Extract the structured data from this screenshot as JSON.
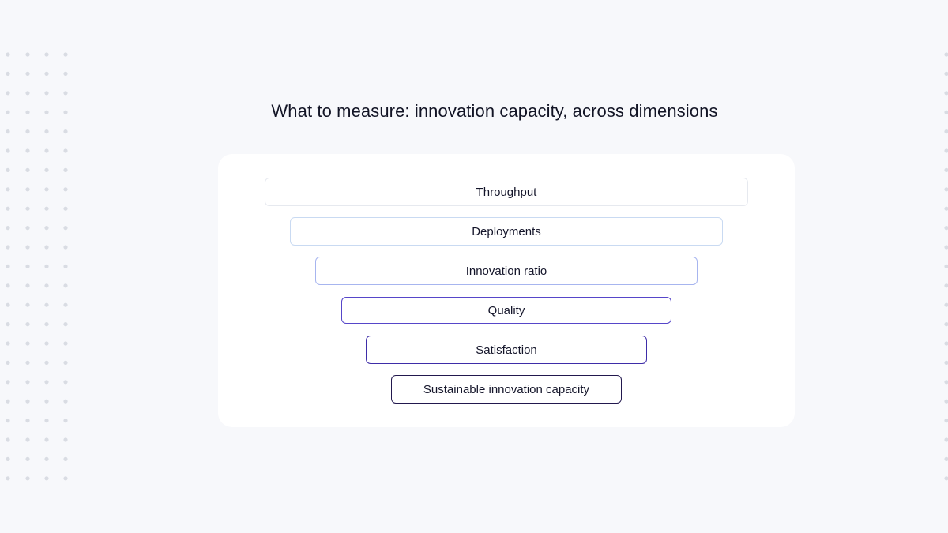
{
  "title": "What to measure: innovation capacity, across dimensions",
  "layers": [
    {
      "label": "Throughput"
    },
    {
      "label": "Deployments"
    },
    {
      "label": "Innovation ratio"
    },
    {
      "label": "Quality"
    },
    {
      "label": "Satisfaction"
    },
    {
      "label": "Sustainable innovation capacity"
    }
  ],
  "colors": {
    "background": "#f7f8fb",
    "card": "#ffffff",
    "dots": "#d9dce3",
    "border_gradient": [
      "#e6e9ef",
      "#c9daf2",
      "#a7b5ef",
      "#5646c9",
      "#3e2da8",
      "#22184e"
    ]
  }
}
